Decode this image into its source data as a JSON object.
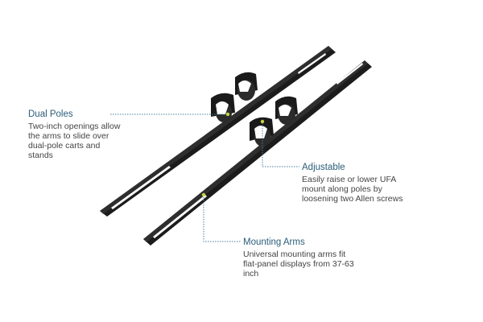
{
  "colors": {
    "arm": "#1c1c1c",
    "arm_highlight": "#3a3a3a",
    "callout_title": "#2a5d78",
    "callout_line": "#4a7f9a",
    "callout_dot": "#c8d43a",
    "callout_text": "#444444"
  },
  "callouts": [
    {
      "title": "Dual Poles",
      "description": "Two-inch openings allow the arms to slide over dual-pole carts and stands"
    },
    {
      "title": "Adjustable",
      "description": "Easily raise or lower UFA mount along poles by loosening two Allen screws"
    },
    {
      "title": "Mounting Arms",
      "description": "Universal mounting arms fit flat-panel displays from 37-63 inch"
    }
  ]
}
